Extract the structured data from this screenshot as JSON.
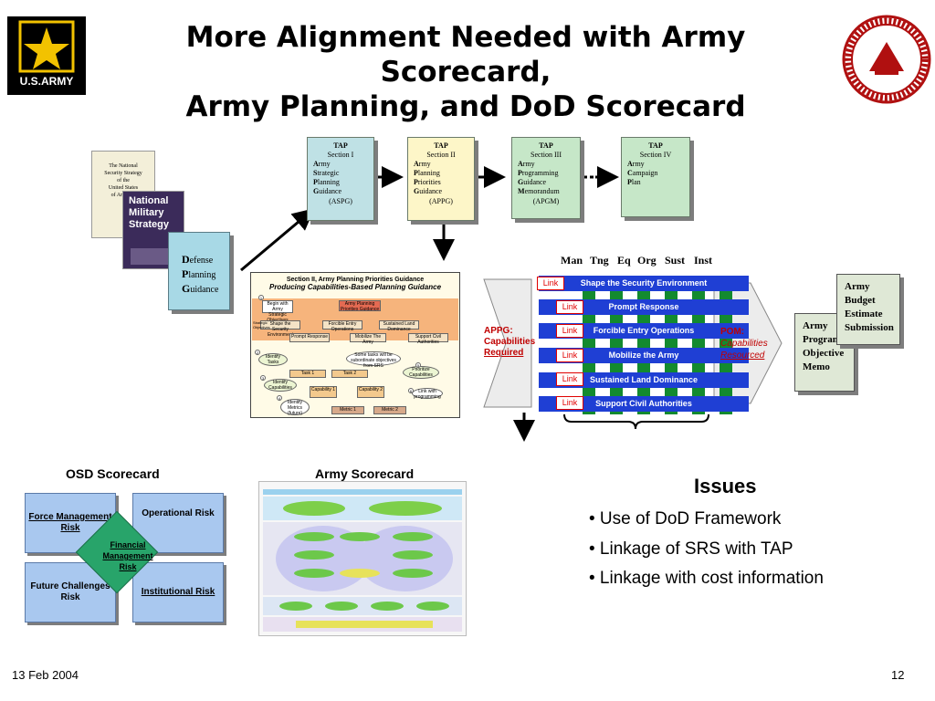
{
  "slide": {
    "title_line1": "More Alignment Needed with Army Scorecard,",
    "title_line2": "Army Planning, and DoD Scorecard",
    "logo_text": "U.S.ARMY",
    "footer_date": "13 Feb 2004",
    "page_number": "12"
  },
  "nss_book": {
    "line1": "The National",
    "line2": "Security Strategy",
    "line3": "of the",
    "line4": "United States",
    "line5": "of America"
  },
  "nms_book": {
    "line1": "National",
    "line2": "Military",
    "line3": "Strategy"
  },
  "dpg": {
    "d": "D",
    "d_rest": "efense",
    "p": "P",
    "p_rest": "lanning",
    "g": "G",
    "g_rest": "uidance"
  },
  "tap": [
    {
      "hdr": "TAP",
      "section": "Section I",
      "lines": [
        [
          "A",
          "rmy"
        ],
        [
          "S",
          "trategic"
        ],
        [
          "P",
          "lanning"
        ],
        [
          "G",
          "uidance"
        ]
      ],
      "acronym": "(ASPG)",
      "color": "#bfe1e5"
    },
    {
      "hdr": "TAP",
      "section": "Section II",
      "lines": [
        [
          "A",
          "rmy"
        ],
        [
          "P",
          "lanning"
        ],
        [
          "P",
          "riorities"
        ],
        [
          "G",
          "uidance"
        ]
      ],
      "acronym": "(APPG)",
      "color": "#fdf6c8"
    },
    {
      "hdr": "TAP",
      "section": "Section III",
      "lines": [
        [
          "A",
          "rmy"
        ],
        [
          "P",
          "rogramming"
        ],
        [
          "G",
          "uidance"
        ],
        [
          "M",
          "emorandum"
        ]
      ],
      "acronym": "(APGM)",
      "color": "#c6e7c8"
    },
    {
      "hdr": "TAP",
      "section": "Section IV",
      "lines": [
        [
          "A",
          "rmy"
        ],
        [
          "C",
          "ampaign"
        ],
        [
          "P",
          "lan"
        ]
      ],
      "acronym": "",
      "color": "#c6e7c8"
    }
  ],
  "section2": {
    "title": "Section II, Army Planning Priorities Guidance",
    "subtitle": "Producing Capabilities-Based Planning Guidance",
    "boxes": {
      "begin": "Begin with Army Strategic Objectives (SO)",
      "apg": "Army Planning Priorities Guidance",
      "shape": "Shape the Security Environment",
      "forcible": "Forcible Entry Operations",
      "sustained": "Sustained Land Dominance",
      "prompt": "Prompt Response",
      "mobilize": "Mobilize The Army",
      "support": "Support Civil Authorities",
      "identify_tasks": "Identify Tasks",
      "some_tasks": "Some tasks will be subordinate objectives from SRS",
      "prioritize": "Prioritize Capabilities",
      "identify_caps": "Identify Capabilities",
      "task1": "Task 1",
      "task2": "Task 2",
      "cap1": "Capability 1",
      "cap2": "Capability 2",
      "link_prog": "Link with programming",
      "identify_metrics": "Identify Metrics (future)",
      "metric1": "Metric 1",
      "metric2": "Metric 2",
      "side_label": "Strategic Objectives",
      "n1": "1",
      "n2": "2",
      "n3": "3",
      "n4": "4",
      "n5": "5",
      "n6": "6"
    }
  },
  "matrix": {
    "columns": [
      "Man",
      "Tng",
      "Eq",
      "Org",
      "Sust",
      "Inst"
    ],
    "rows": [
      "Shape the Security Environment",
      "Prompt Response",
      "Forcible Entry Operations",
      "Mobilize the Army",
      "Sustained Land Dominance",
      "Support Civil Authorities"
    ],
    "link_label": "Link",
    "appg_line1": "APPG:",
    "appg_line2": "Capabilities",
    "appg_line3": "Required",
    "pom_line1": "POM:",
    "pom_line2": "Capabilities",
    "pom_line3": "Resourced"
  },
  "abes": {
    "line1": "Army",
    "line2": "Budget",
    "line3": "Estimate",
    "line4": "Submission"
  },
  "pom": {
    "line1": "Army",
    "line2": "Program",
    "line3": "Objective",
    "line4": "Memo"
  },
  "osd": {
    "title": "OSD Scorecard",
    "force": "Force Management Risk",
    "operational": "Operational Risk",
    "financial": "Financial Management Risk",
    "future": "Future Challenges Risk",
    "institutional": "Institutional Risk"
  },
  "army_scorecard": {
    "title": "Army Scorecard"
  },
  "issues": {
    "heading": "Issues",
    "items": [
      "• Use of DoD Framework",
      "• Linkage of SRS with TAP",
      "• Linkage with cost information"
    ]
  },
  "colors": {
    "band_blue": "#1f3fd4",
    "column_green": "#138a2f",
    "link_red": "#e00000",
    "quad_blue": "#a9c8ef",
    "diamond_green": "#28a46a"
  }
}
